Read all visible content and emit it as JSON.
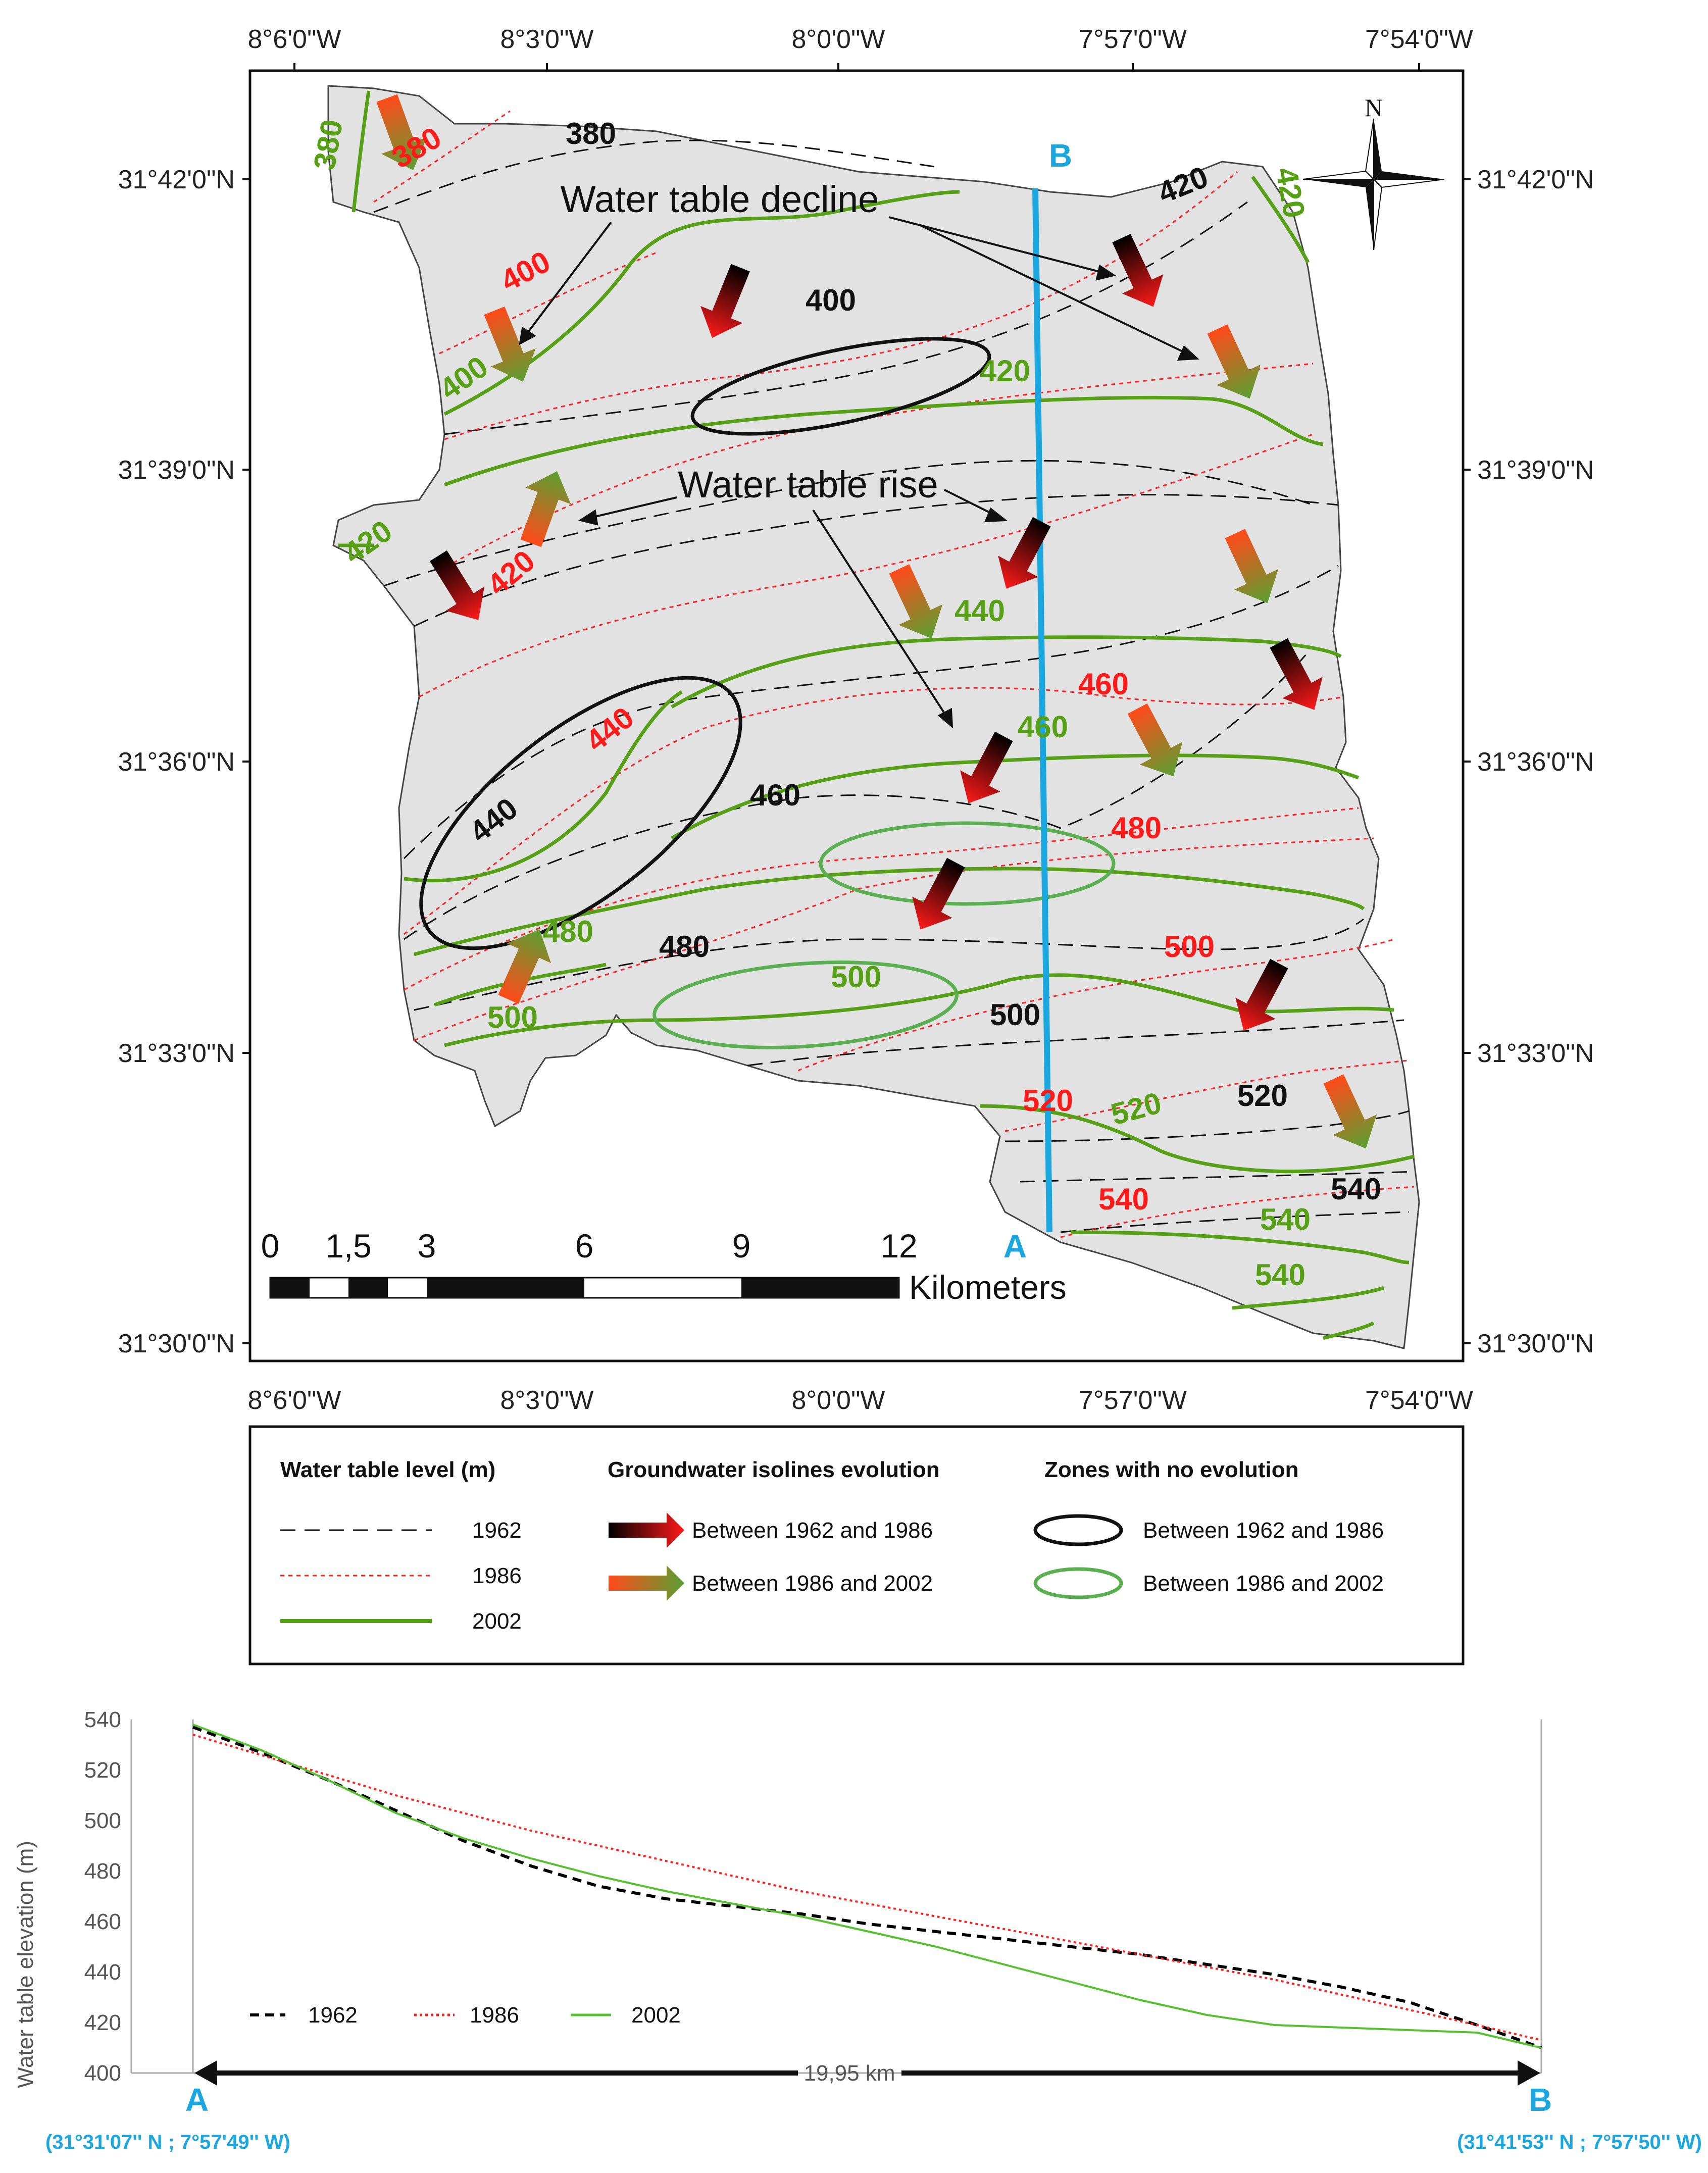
{
  "map": {
    "top_lon_labels": [
      "8°6'0\"W",
      "8°3'0\"W",
      "8°0'0\"W",
      "7°57'0\"W",
      "7°54'0\"W"
    ],
    "bottom_lon_labels": [
      "8°6'0\"W",
      "8°3'0\"W",
      "8°0'0\"W",
      "7°57'0\"W",
      "7°54'0\"W"
    ],
    "left_lat_labels": [
      "31°42'0\"N",
      "31°39'0\"N",
      "31°36'0\"N",
      "31°33'0\"N",
      "31°30'0\"N"
    ],
    "right_lat_labels": [
      "31°42'0\"N",
      "31°39'0\"N",
      "31°36'0\"N",
      "31°33'0\"N",
      "31°30'0\"N"
    ],
    "north": "N",
    "annotations": {
      "decline": "Water table decline",
      "rise": "Water table rise"
    },
    "profile_points": {
      "a": "A",
      "b": "B"
    },
    "isoline_labels_1962": [
      "380",
      "400",
      "420",
      "440",
      "460",
      "480",
      "500",
      "520",
      "540"
    ],
    "isoline_labels_1986": [
      "380",
      "400",
      "420",
      "440",
      "460",
      "480",
      "500",
      "520",
      "540"
    ],
    "isoline_labels_2002": [
      "380",
      "400",
      "420",
      "420",
      "420",
      "440",
      "460",
      "480",
      "500",
      "500",
      "520",
      "540",
      "540"
    ],
    "scale": {
      "ticks": [
        "0",
        "1,5",
        "3",
        "6",
        "9",
        "12"
      ],
      "unit": "Kilometers"
    },
    "colors": {
      "line_1962": "#000000",
      "line_1986": "#ff2020",
      "line_2002": "#55a014",
      "profile_line": "#1aa7e0",
      "map_fill": "#e2e2e2"
    }
  },
  "legend": {
    "col1_title": "Water table level (m)",
    "col1_items": [
      "1962",
      "1986",
      "2002"
    ],
    "col2_title": "Groundwater isolines evolution",
    "col2_items": [
      "Between 1962 and 1986",
      "Between 1986 and 2002"
    ],
    "col3_title": "Zones with no evolution",
    "col3_items": [
      "Between 1962 and 1986",
      "Between 1986 and 2002"
    ]
  },
  "chart_data": {
    "type": "line",
    "ylabel": "Water table elevation (m)",
    "xlabel": "",
    "yticks": [
      400,
      420,
      440,
      460,
      480,
      500,
      520,
      540
    ],
    "ylim": [
      400,
      540
    ],
    "xlim": [
      0,
      19.95
    ],
    "x": [
      0,
      1,
      2,
      3,
      4,
      5,
      6,
      7,
      8,
      9,
      10,
      11,
      12,
      13,
      14,
      15,
      16,
      17,
      18,
      19,
      19.95
    ],
    "series": [
      {
        "name": "1962",
        "color": "#000000",
        "dash": "dashed",
        "values": [
          537,
          527,
          516,
          504,
          492,
          482,
          474,
          469,
          466,
          463,
          459,
          456,
          453,
          450,
          447,
          443,
          439,
          434,
          428,
          419,
          410
        ]
      },
      {
        "name": "1986",
        "color": "#ff2020",
        "dash": "dotted",
        "values": [
          534,
          526,
          518,
          510,
          503,
          496,
          490,
          484,
          478,
          472,
          467,
          462,
          457,
          452,
          447,
          442,
          437,
          431,
          425,
          419,
          413
        ]
      },
      {
        "name": "2002",
        "color": "#55c030",
        "dash": "solid",
        "values": [
          538,
          528,
          516,
          503,
          493,
          485,
          478,
          472,
          467,
          462,
          456,
          450,
          443,
          436,
          429,
          423,
          419,
          418,
          417,
          416,
          410
        ]
      }
    ],
    "distance_label": "19,95 km",
    "point_a": "A",
    "point_b": "B",
    "coord_a": "(31°31'07'' N ; 7°57'49'' W)",
    "coord_b": "(31°41'53'' N ; 7°57'50'' W)",
    "legend_placement": "bottom-left"
  }
}
